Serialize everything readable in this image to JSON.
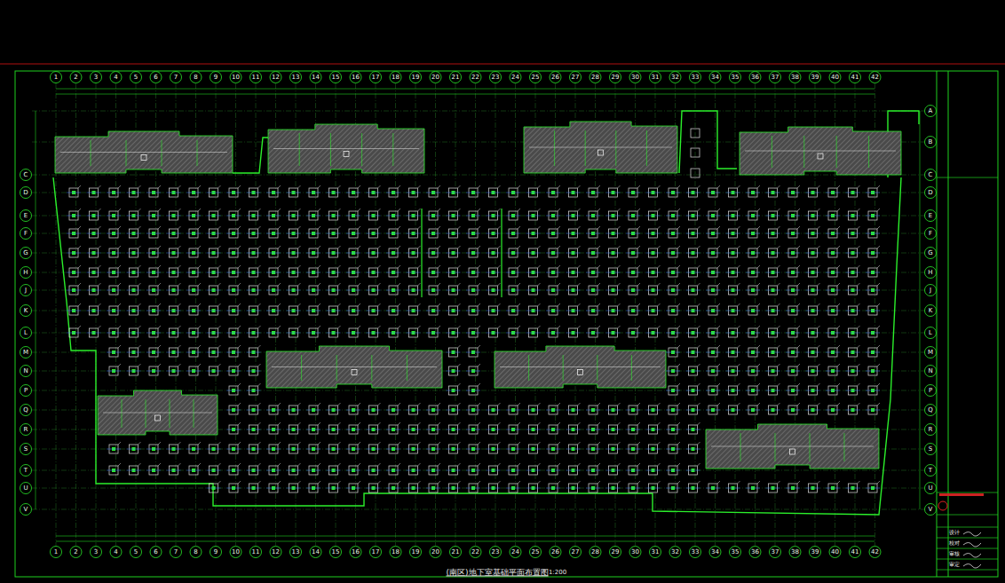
{
  "diagram": {
    "caption": "(南区)地下室基础平面布置图",
    "labels": [
      "1",
      "2",
      "3",
      "4",
      "5",
      "6",
      "7",
      "8",
      "9",
      "10",
      "11",
      "12",
      "13",
      "14",
      "15",
      "16",
      "17",
      "18",
      "19",
      "20",
      "21",
      "22",
      "23",
      "24",
      "25",
      "26",
      "27",
      "28",
      "29",
      "30",
      "31",
      "32",
      "33",
      "34",
      "35",
      "36",
      "37",
      "38",
      "39",
      "40",
      "41",
      "42",
      "1",
      "2",
      "3",
      "4",
      "5",
      "6",
      "7",
      "8",
      "9",
      "10",
      "11",
      "12",
      "13",
      "14",
      "15",
      "16",
      "17",
      "18",
      "19",
      "20",
      "21",
      "22",
      "23",
      "24",
      "25",
      "26",
      "27",
      "28",
      "29",
      "30",
      "31",
      "32",
      "33",
      "34",
      "35",
      "36",
      "37",
      "38",
      "39",
      "40",
      "41",
      "42",
      "C",
      "D",
      "E",
      "F",
      "G",
      "H",
      "J",
      "K",
      "L",
      "M",
      "N",
      "P",
      "Q",
      "R",
      "S",
      "T",
      "U",
      "V",
      "A",
      "B",
      "C",
      "D",
      "E",
      "F",
      "G",
      "H",
      "J",
      "K",
      "L",
      "M",
      "N",
      "P",
      "Q",
      "R",
      "S",
      "T",
      "U",
      "V",
      "1:200",
      "设计",
      "校对",
      "审核",
      "审定"
    ]
  }
}
